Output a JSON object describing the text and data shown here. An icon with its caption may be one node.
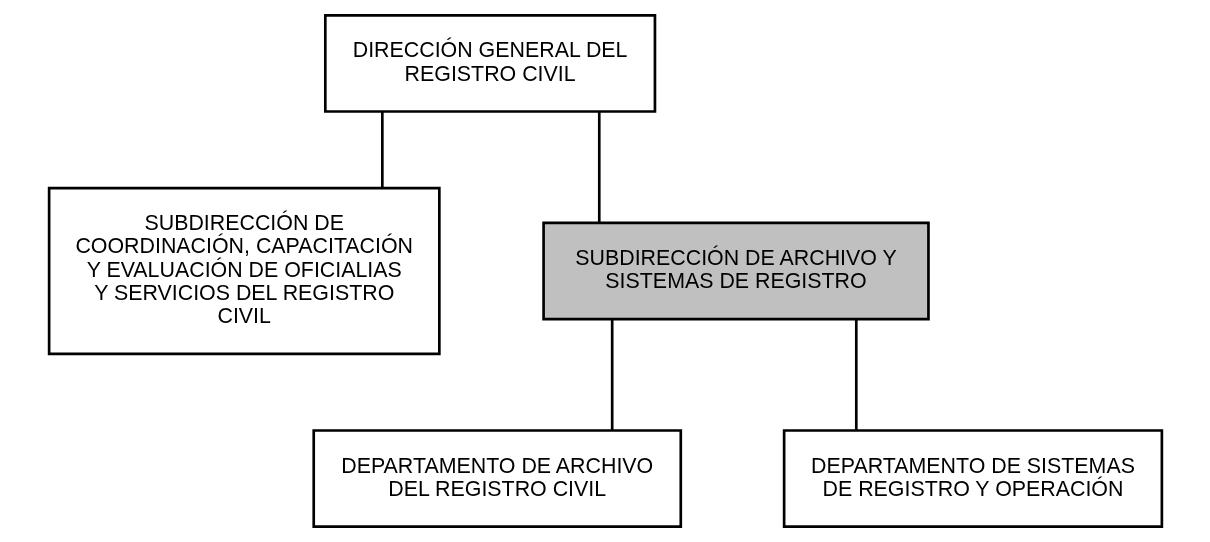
{
  "diagram": {
    "nodes": [
      {
        "text": [
          "DIRECCIÓN GENERAL DEL REGISTRO CIVIL"
        ]
      },
      {
        "text": [
          "SUBDIRECCIÓN DE COORDINACIÓN, CAPACITACIÓN Y EVALUACIÓN DE OFICIALIAS Y SERVICIOS DEL REGISTRO CIVIL"
        ]
      },
      {
        "text": [
          "SUBDIRECCIÓN DE ARCHIVO Y SISTEMAS DE REGISTRO"
        ]
      },
      {
        "text": [
          "DEPARTAMENTO DE ARCHIVO DEL REGISTRO CIVIL"
        ]
      },
      {
        "text": [
          "DEPARTAMENTO DE SISTEMAS DE REGISTRO Y OPERACIÓN"
        ]
      }
    ],
    "edges": [
      {
        "from": 0,
        "to": 1,
        "arrow": "none"
      },
      {
        "from": 0,
        "to": 2,
        "arrow": "none"
      },
      {
        "from": 2,
        "to": 3,
        "arrow": "none"
      },
      {
        "from": 2,
        "to": 4,
        "arrow": "none"
      }
    ]
  }
}
